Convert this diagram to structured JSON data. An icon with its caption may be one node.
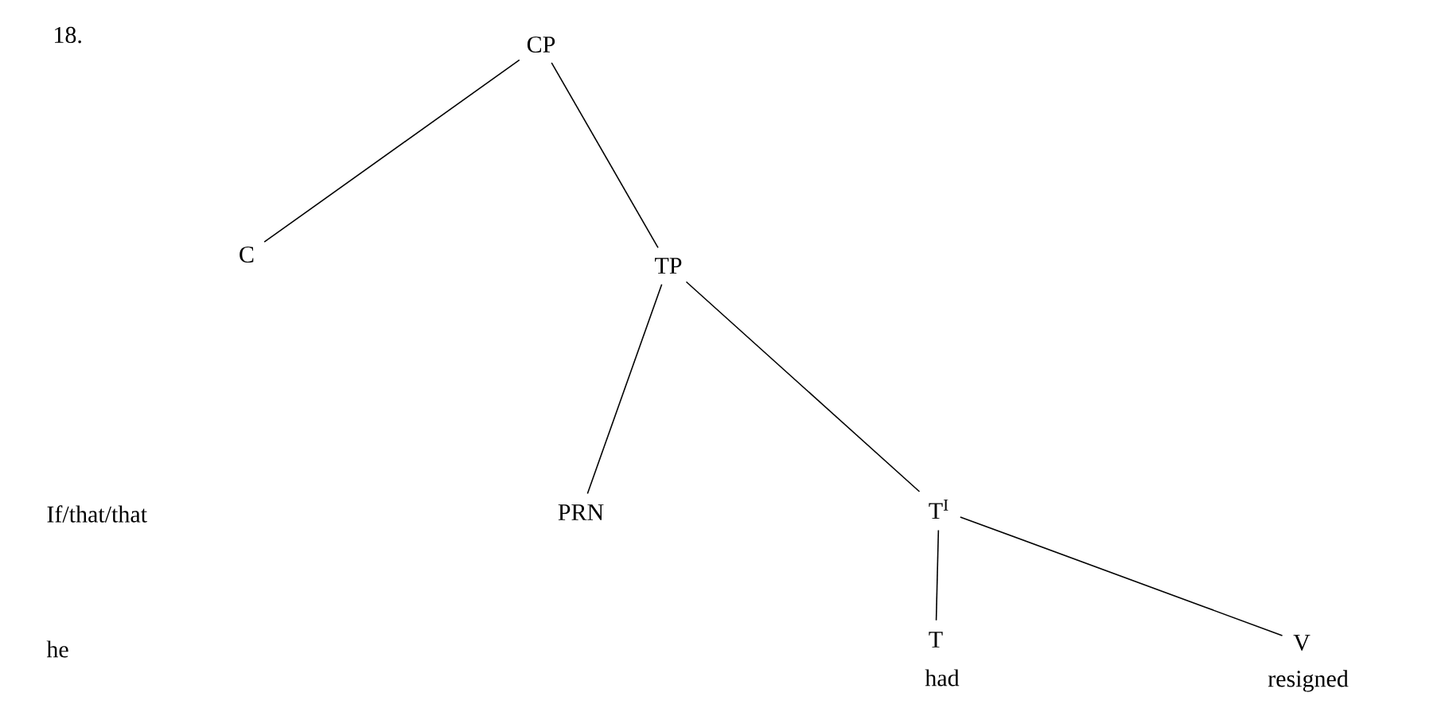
{
  "diagram": {
    "nodes": [
      {
        "text": [
          "CP"
        ]
      },
      {
        "text": [
          "C"
        ]
      },
      {
        "text": [
          "TP"
        ]
      },
      {
        "text": [
          "PRN"
        ]
      },
      {
        "text": [
          "T$^{I}$"
        ]
      },
      {
        "text": [
          "T"
        ],
        "beside": [
          "had"
        ]
      },
      {
        "text": [
          "V"
        ],
        "beside": [
          "resigned"
        ]
      }
    ],
    "edges": [
      {
        "from": 0,
        "to": 1,
        "arrow": "none"
      },
      {
        "from": 0,
        "to": 2,
        "arrow": "none"
      },
      {
        "from": 2,
        "to": 3,
        "arrow": "none"
      },
      {
        "from": 2,
        "to": 4,
        "arrow": "none"
      },
      {
        "from": 4,
        "to": 5,
        "arrow": "none"
      },
      {
        "from": 4,
        "to": 6,
        "arrow": "none"
      }
    ],
    "labels": [
      "18.",
      "If/that/that",
      "he"
    ]
  }
}
